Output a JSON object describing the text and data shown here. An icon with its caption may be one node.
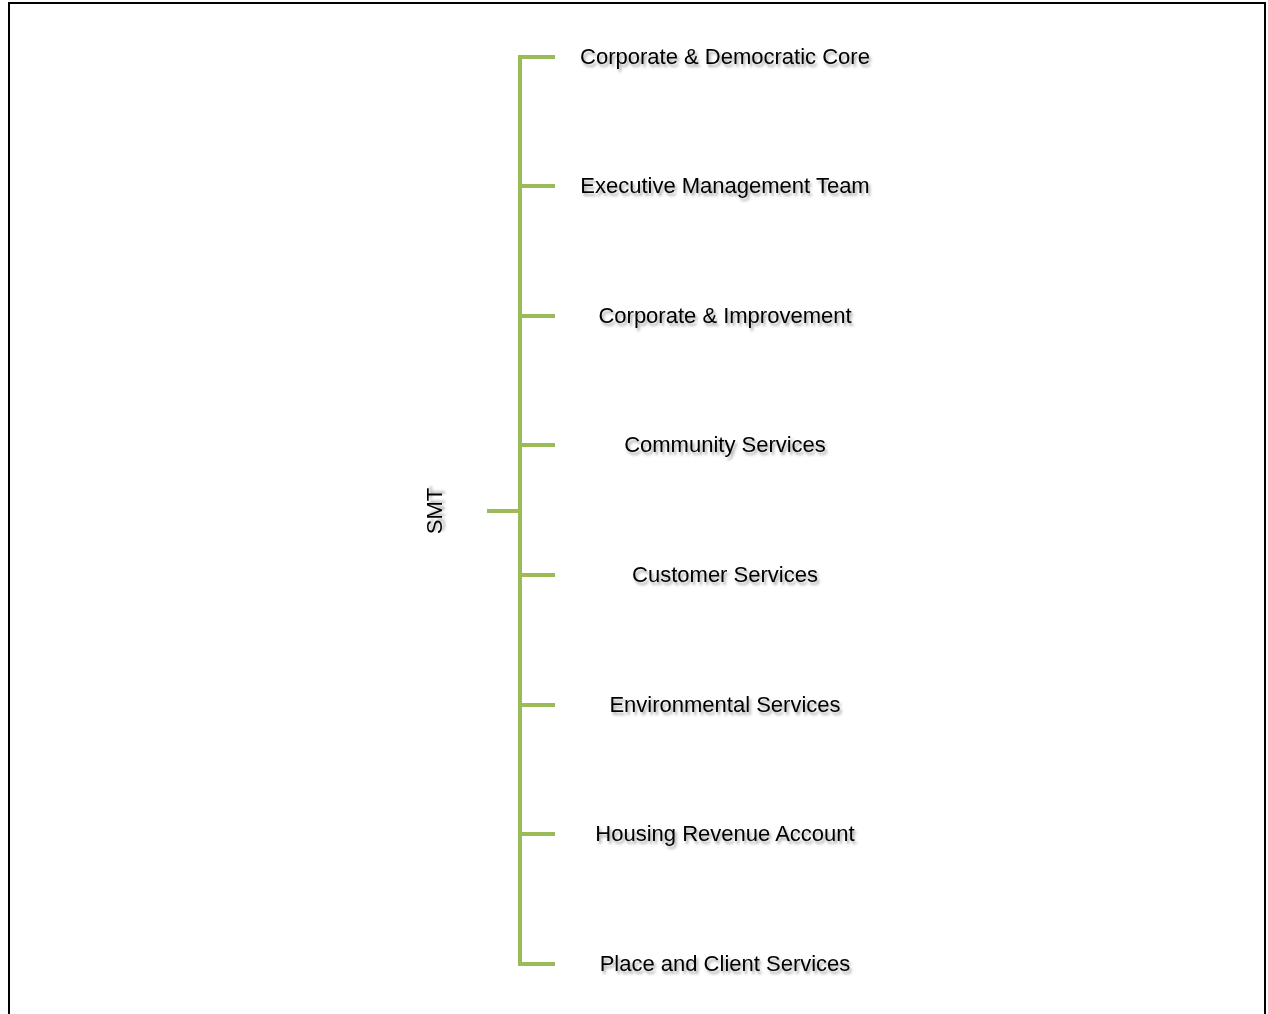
{
  "diagram": {
    "nodes": [
      {
        "text": [
          "SMT"
        ]
      },
      {
        "text": [
          "Corporate & Democratic Core"
        ]
      },
      {
        "text": [
          "Executive Management Team"
        ]
      },
      {
        "text": [
          "Corporate & Improvement"
        ]
      },
      {
        "text": [
          "Community Services"
        ]
      },
      {
        "text": [
          "Customer Services"
        ]
      },
      {
        "text": [
          "Environmental Services"
        ]
      },
      {
        "text": [
          "Housing Revenue Account"
        ]
      },
      {
        "text": [
          "Place and Client Services"
        ]
      }
    ],
    "edges": [
      {
        "from": 0,
        "to": 1,
        "arrow": "none"
      },
      {
        "from": 0,
        "to": 2,
        "arrow": "none"
      },
      {
        "from": 0,
        "to": 3,
        "arrow": "none"
      },
      {
        "from": 0,
        "to": 4,
        "arrow": "none"
      },
      {
        "from": 0,
        "to": 5,
        "arrow": "none"
      },
      {
        "from": 0,
        "to": 6,
        "arrow": "none"
      },
      {
        "from": 0,
        "to": 7,
        "arrow": "none"
      },
      {
        "from": 0,
        "to": 8,
        "arrow": "none"
      }
    ]
  }
}
